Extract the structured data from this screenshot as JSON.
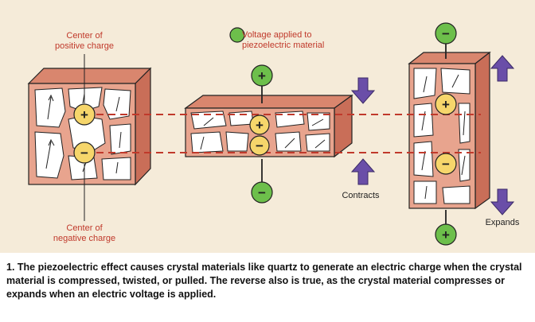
{
  "labels": {
    "center_positive": [
      "Center of",
      "positive charge"
    ],
    "center_negative": [
      "Center of",
      "negative charge"
    ],
    "voltage_applied": [
      "Voltage applied to",
      "piezoelectric material"
    ],
    "contracts": "Contracts",
    "expands": "Expands"
  },
  "symbols": {
    "plus": "+",
    "minus": "−"
  },
  "caption": "1. The piezoelectric effect causes crystal materials like quartz to generate an electric charge when the crystal material is compressed, twisted, or pulled. The reverse also is true, as the crystal material compresses or expands when an electric voltage is applied.",
  "colors": {
    "background": "#f5ebd9",
    "crystal_face": "#e8a48e",
    "crystal_top": "#d9866e",
    "crystal_side": "#c96e58",
    "charge_circle": "#f6d66b",
    "electrode": "#6dbf4b",
    "arrow": "#6a4ea8",
    "dashed_line": "#c0392b",
    "label_red": "#c0392b"
  },
  "icons": [
    "plus-charge-icon",
    "minus-charge-icon",
    "arrow-up-icon",
    "arrow-down-icon"
  ]
}
